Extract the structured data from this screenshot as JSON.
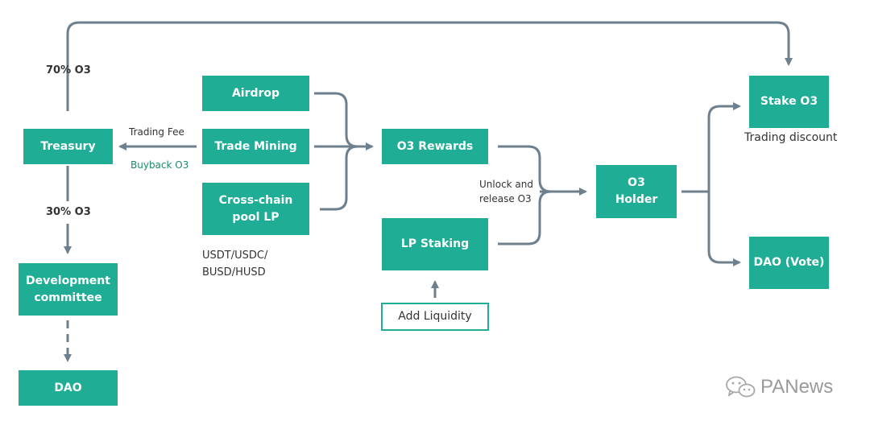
{
  "nodes": {
    "airdrop": "Airdrop",
    "trade_mining": "Trade Mining",
    "cross_chain": "Cross-chain\npool LP",
    "rewards": "O3 Rewards",
    "lp_staking": "LP Staking",
    "add_liquidity": "Add Liquidity",
    "holder": "O3\nHolder",
    "stake": "Stake O3",
    "dao_vote": "DAO (Vote)",
    "treasury": "Treasury",
    "dev_committee": "Development\ncommittee",
    "dao": "DAO"
  },
  "labels": {
    "pct70": "70% O3",
    "pct30": "30% O3",
    "trading_fee": "Trading Fee",
    "buyback": "Buyback O3",
    "stablecoins": "USDT/USDC/\nBUSD/HUSD",
    "unlock": "Unlock and\nrelease O3",
    "trading_discount": "Trading discount"
  },
  "watermark": {
    "text": "PANews",
    "icon": "wechat-icon"
  },
  "colors": {
    "node": "#1fad96",
    "arrow": "#6e7f8d",
    "buyback": "#1b8a6b"
  }
}
